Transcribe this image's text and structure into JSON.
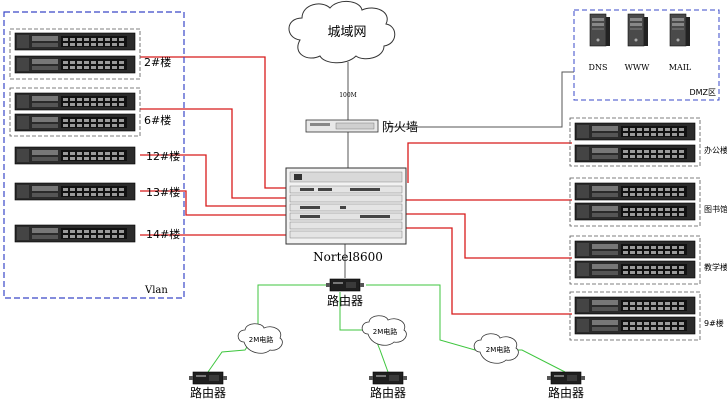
{
  "internet": {
    "label": "城域网",
    "link_label": "100M"
  },
  "firewall": {
    "label": "防火墙"
  },
  "dmz": {
    "label": "DMZ区",
    "servers": [
      {
        "label": "DNS"
      },
      {
        "label": "WWW"
      },
      {
        "label": "MAIL"
      }
    ]
  },
  "core": {
    "label": "Nortel8600"
  },
  "vlan": {
    "label": "Vlan",
    "groups": [
      {
        "label": "2#楼"
      },
      {
        "label": "6#楼"
      }
    ],
    "single": [
      {
        "label": "12#楼"
      },
      {
        "label": "13#楼"
      },
      {
        "label": "14#楼"
      }
    ]
  },
  "buildings": [
    {
      "label": "办公楼"
    },
    {
      "label": "图书馆"
    },
    {
      "label": "教学楼"
    },
    {
      "label": "9#楼"
    }
  ],
  "wan": {
    "main_router": "路由器",
    "circuits": [
      {
        "label": "2M电路"
      },
      {
        "label": "2M电路"
      },
      {
        "label": "2M电路"
      }
    ],
    "branch_routers": [
      {
        "label": "路由器"
      },
      {
        "label": "路由器"
      },
      {
        "label": "路由器"
      }
    ]
  },
  "colors": {
    "vlan_border": "#3a48c8",
    "red_link": "#d81b1b",
    "green_link": "#3fc63f",
    "gray_link": "#555555",
    "switch_body": "#2b2b2b",
    "switch_face": "#1a1a1a"
  }
}
